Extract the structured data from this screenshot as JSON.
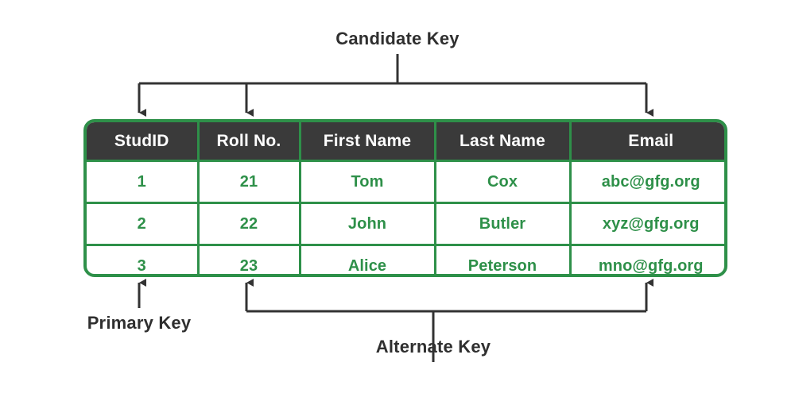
{
  "diagram": {
    "title_top": "Candidate Key",
    "label_primary": "Primary Key",
    "label_alternate": "Alternate Key",
    "colors": {
      "table_border_green": "#2E9049",
      "header_background": "#3A3A3A",
      "header_text": "#FFFFFF",
      "cell_text_green": "#2E9049",
      "annotation_text": "#2F2F2F",
      "connector_line": "#333333",
      "page_background": "#FFFFFF"
    }
  },
  "table": {
    "columns": [
      {
        "key": "studid",
        "label": "StudID"
      },
      {
        "key": "roll_no",
        "label": "Roll No."
      },
      {
        "key": "first_name",
        "label": "First Name"
      },
      {
        "key": "last_name",
        "label": "Last Name"
      },
      {
        "key": "email",
        "label": "Email"
      }
    ],
    "rows": [
      {
        "studid": "1",
        "roll_no": "21",
        "first_name": "Tom",
        "last_name": "Cox",
        "email": "abc@gfg.org"
      },
      {
        "studid": "2",
        "roll_no": "22",
        "first_name": "John",
        "last_name": "Butler",
        "email": "xyz@gfg.org"
      },
      {
        "studid": "3",
        "roll_no": "23",
        "first_name": "Alice",
        "last_name": "Peterson",
        "email": "mno@gfg.org"
      }
    ]
  },
  "annotations": [
    {
      "name": "candidate-key",
      "label": "Candidate Key",
      "position": "top",
      "points_to": [
        "StudID",
        "Roll No.",
        "Email"
      ]
    },
    {
      "name": "primary-key",
      "label": "Primary Key",
      "position": "bottom-left",
      "points_to": [
        "StudID"
      ]
    },
    {
      "name": "alternate-key",
      "label": "Alternate Key",
      "position": "bottom",
      "points_to": [
        "Roll No.",
        "Email"
      ]
    }
  ]
}
